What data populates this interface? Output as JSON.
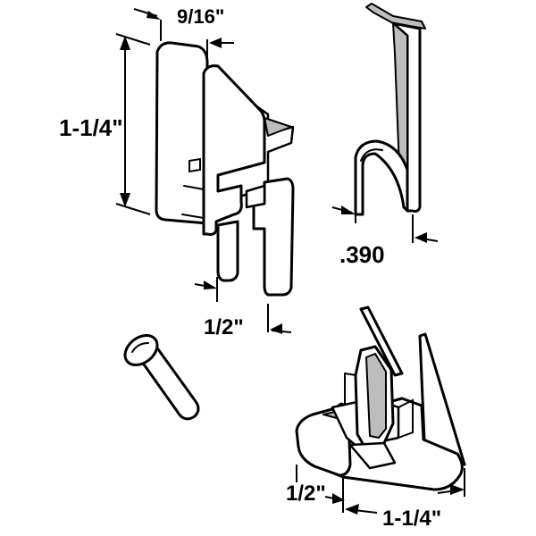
{
  "dimensions": {
    "guide_width": "9/16\"",
    "guide_height": "1-1/4\"",
    "guide_tab": "1/2\"",
    "clip_thickness": ".390",
    "shoe_depth": "1/2\"",
    "shoe_length": "1-1/4\""
  },
  "colors": {
    "line": "#000000",
    "fill": "#ffffff",
    "shade": "#bdbdbd"
  }
}
